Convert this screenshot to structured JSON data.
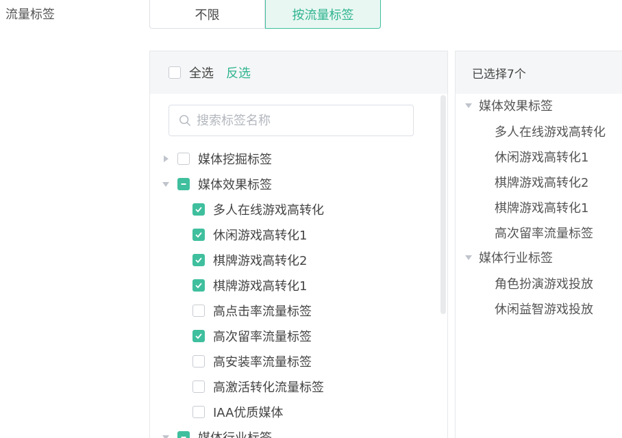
{
  "field_label": "流量标签",
  "segmented": {
    "option_unlimited": "不限",
    "option_by_tag": "按流量标签",
    "selected": "按流量标签"
  },
  "left_panel": {
    "select_all": "全选",
    "invert": "反选",
    "search_placeholder": "搜索标签名称",
    "tree": [
      {
        "label": "媒体挖掘标签",
        "expanded": false,
        "state": "unchecked"
      },
      {
        "label": "媒体效果标签",
        "expanded": true,
        "state": "partial",
        "children": [
          {
            "label": "多人在线游戏高转化",
            "checked": true
          },
          {
            "label": "休闲游戏高转化1",
            "checked": true
          },
          {
            "label": "棋牌游戏高转化2",
            "checked": true
          },
          {
            "label": "棋牌游戏高转化1",
            "checked": true
          },
          {
            "label": "高点击率流量标签",
            "checked": false
          },
          {
            "label": "高次留率流量标签",
            "checked": true
          },
          {
            "label": "高安装率流量标签",
            "checked": false
          },
          {
            "label": "高激活转化流量标签",
            "checked": false
          },
          {
            "label": "IAA优质媒体",
            "checked": false
          }
        ]
      },
      {
        "label": "媒体行业标签",
        "expanded": true,
        "state": "partial"
      }
    ]
  },
  "right_panel": {
    "title": "已选择7个",
    "groups": [
      {
        "label": "媒体效果标签",
        "items": [
          "多人在线游戏高转化",
          "休闲游戏高转化1",
          "棋牌游戏高转化2",
          "棋牌游戏高转化1",
          "高次留率流量标签"
        ]
      },
      {
        "label": "媒体行业标签",
        "items": [
          "角色扮演游戏投放",
          "休闲益智游戏投放"
        ]
      }
    ]
  },
  "colors": {
    "accent": "#3fbf9d",
    "accent_text": "#2fb48f",
    "panel_header": "#f5f6f7",
    "border": "#e6e8eb"
  }
}
